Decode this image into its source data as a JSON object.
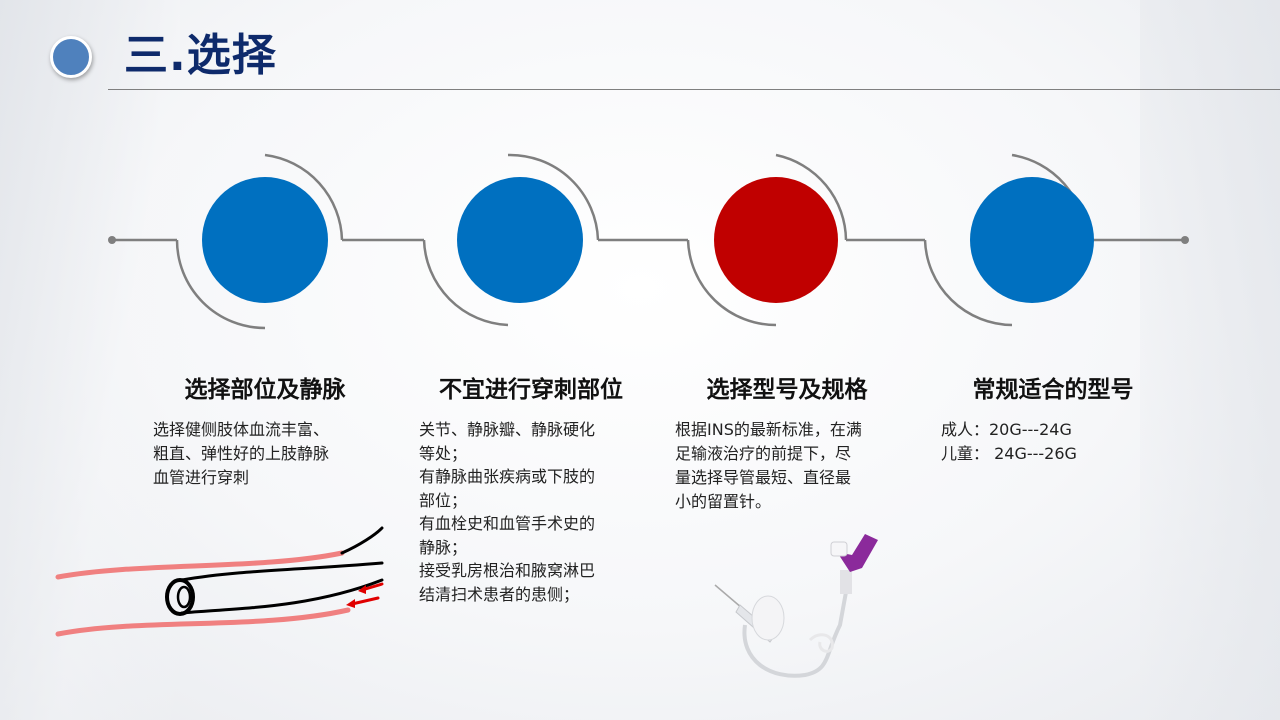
{
  "slide": {
    "title": "三.选择",
    "accent_color": "#0e2a6b"
  },
  "timeline": {
    "line_color": "#7f7f7f",
    "nodes": [
      {
        "color": "#0070c0",
        "label": "node-1"
      },
      {
        "color": "#0070c0",
        "label": "node-2"
      },
      {
        "color": "#c00000",
        "label": "node-3"
      },
      {
        "color": "#0070c0",
        "label": "node-4"
      }
    ]
  },
  "columns": [
    {
      "heading": "选择部位及静脉",
      "lines": [
        "选择健侧肢体血流丰富、",
        "粗直、弹性好的上肢静脉",
        "血管进行穿刺"
      ]
    },
    {
      "heading": "不宜进行穿刺部位",
      "lines": [
        "关节、静脉瓣、静脉硬化",
        "等处；",
        "有静脉曲张疾病或下肢的",
        "部位；",
        "有血栓史和血管手术史的",
        "静脉；",
        "接受乳房根治和腋窝淋巴",
        "结清扫术患者的患侧；"
      ]
    },
    {
      "heading": "选择型号及规格",
      "lines": [
        "根据INS的最新标准，在满",
        "足输液治疗的前提下，尽",
        "量选择导管最短、直径最",
        "小的留置针。"
      ]
    },
    {
      "heading": "常规适合的型号",
      "lines": [
        "成人：20G---24G",
        "儿童： 24G---26G"
      ]
    }
  ],
  "illustrations": {
    "vein_catheter": "vein-catheter-diagram",
    "iv_cannula": "iv-cannula-photo"
  }
}
